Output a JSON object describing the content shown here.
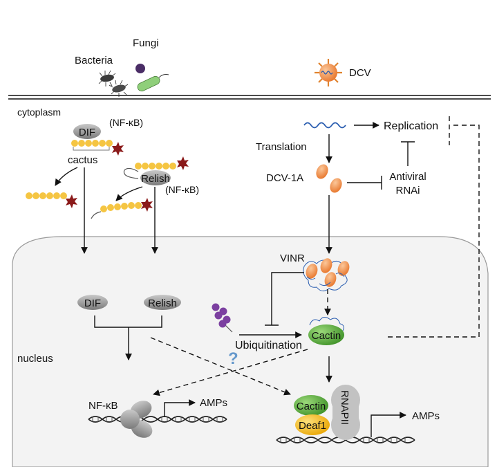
{
  "pathogens": {
    "bacteria": "Bacteria",
    "fungi": "Fungi",
    "dcv": "DCV"
  },
  "compartments": {
    "cytoplasm": "cytoplasm",
    "nucleus": "nucleus"
  },
  "toll_pathway": {
    "dif": "DIF",
    "nfkb_top": "(NF-κB)",
    "cactus": "cactus",
    "relish": "Relish",
    "nfkb_relish": "(NF-κB)",
    "nuc_dif": "DIF",
    "nuc_relish": "Relish"
  },
  "virus_pathway": {
    "replication": "Replication",
    "translation": "Translation",
    "dcv1a": "DCV-1A",
    "antiviral_rnai_line1": "Antiviral",
    "antiviral_rnai_line2": "RNAi",
    "vinr": "VINR",
    "cactin": "Cactin",
    "ubiquitination": "Ubiquitination",
    "question": "?"
  },
  "transcription": {
    "nfkb": "NF-κB",
    "amps_left": "AMPs",
    "cactin": "Cactin",
    "deaf1": "Deaf1",
    "rnapii": "RNAPII",
    "amps_right": "AMPs"
  },
  "colors": {
    "cactus_bead": "#f5c542",
    "star": "#8b1a1a",
    "dcv1a": "#f0914a",
    "cactin": "#5cb23a",
    "deaf1": "#f6b800",
    "ubiquitin": "#7b3fa0",
    "virus_rna": "#2a5db0",
    "question": "#6699cc",
    "nucleus_fill": "#f3f3f3"
  }
}
